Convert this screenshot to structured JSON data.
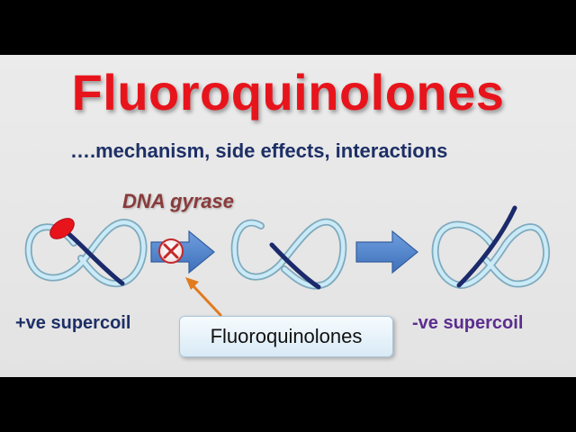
{
  "slide": {
    "title": "Fluoroquinolones",
    "subtitle": "….mechanism, side effects, interactions"
  },
  "diagram": {
    "enzyme_label": "DNA gyrase",
    "positive_label": "+ve supercoil",
    "negative_label": "-ve supercoil",
    "drug_label": "Fluoroquinolones",
    "colors": {
      "title": "#e8141c",
      "dna_strand": "#bfe3f0",
      "dark_strand": "#1b2a6b",
      "enzyme": "#e8141c",
      "arrow": "#4f7fc4",
      "pointer_arrow": "#e07b1f"
    },
    "icons": [
      "enzyme-blob",
      "block-x-icon",
      "process-arrow",
      "pointer-arrow"
    ]
  }
}
